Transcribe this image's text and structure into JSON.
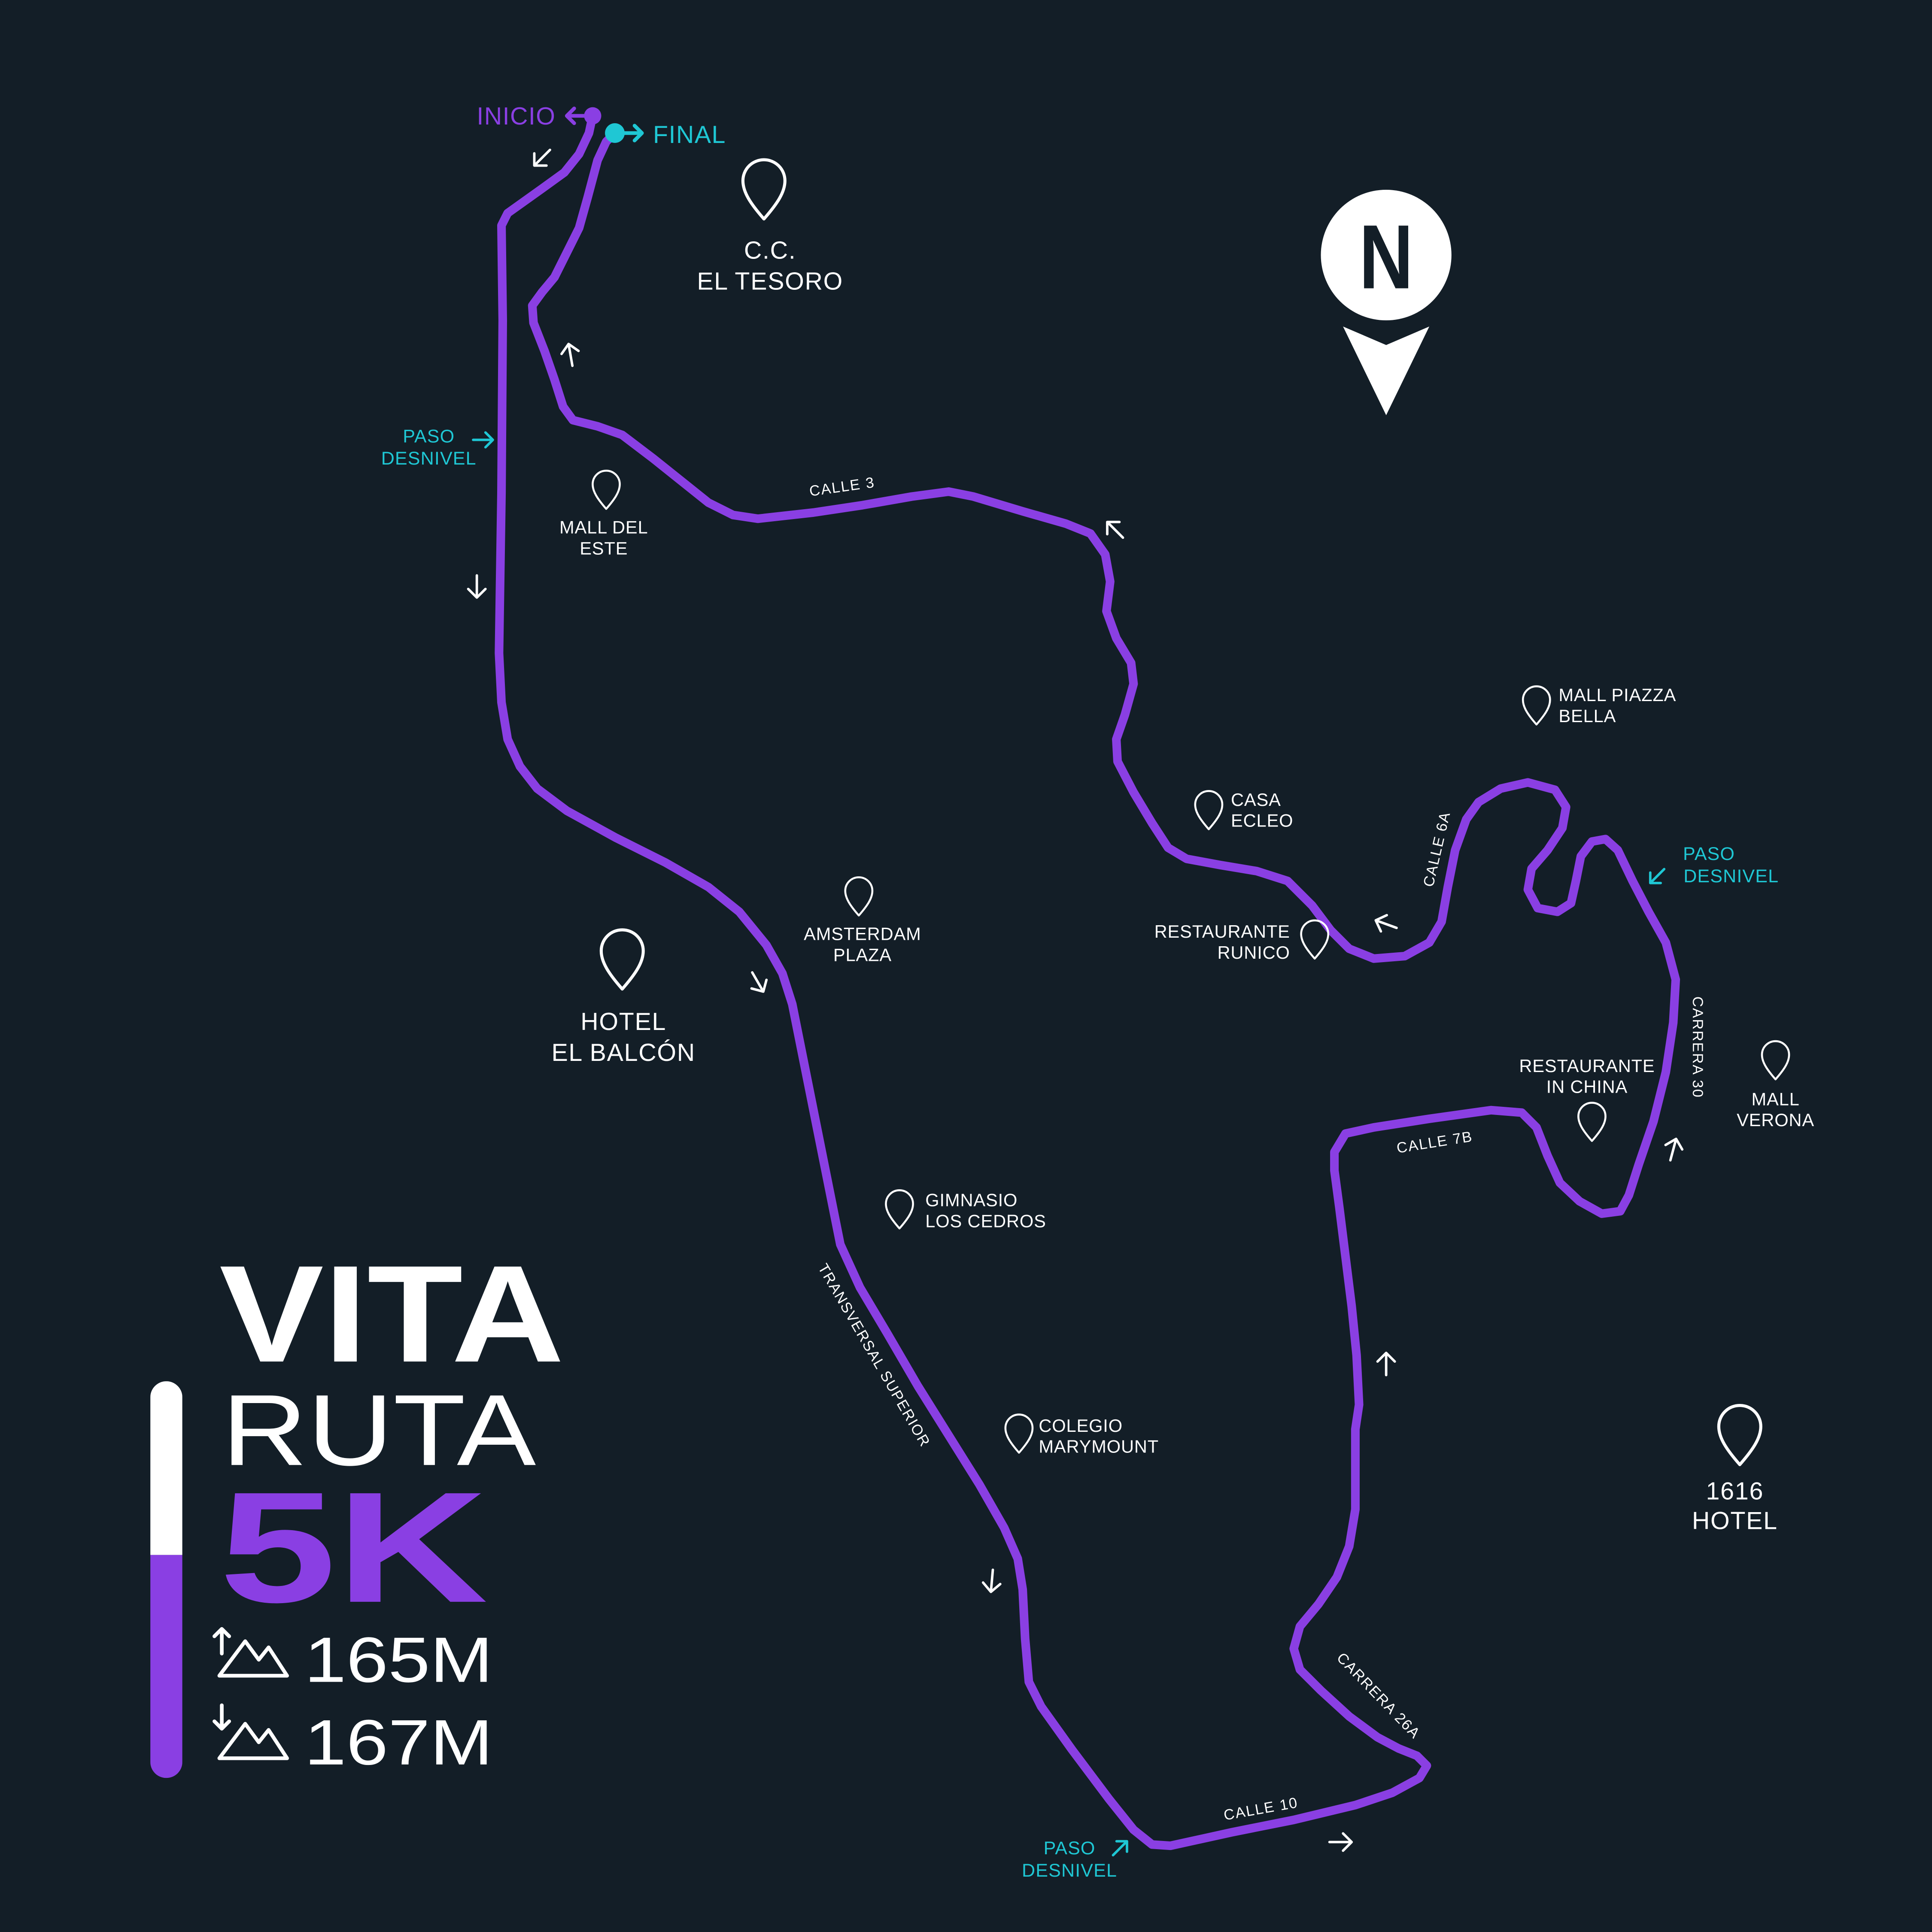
{
  "title": {
    "brand": "VITA",
    "route": "RUTA",
    "distance": "5K"
  },
  "elevation": {
    "gain": "165M",
    "loss": "167M"
  },
  "route": {
    "start_label": "INICIO",
    "finish_label": "FINAL"
  },
  "compass": {
    "letter": "N"
  },
  "landmarks": [
    {
      "lines": [
        "C.C.",
        "EL TESORO"
      ]
    },
    {
      "lines": [
        "MALL DEL",
        "ESTE"
      ]
    },
    {
      "lines": [
        "HOTEL",
        "EL BALCÓN"
      ]
    },
    {
      "lines": [
        "AMSTERDAM",
        "PLAZA"
      ]
    },
    {
      "lines": [
        "CASA",
        "ECLEO"
      ]
    },
    {
      "lines": [
        "RESTAURANTE",
        "RUNICO"
      ]
    },
    {
      "lines": [
        "MALL PIAZZA",
        "BELLA"
      ]
    },
    {
      "lines": [
        "RESTAURANTE",
        "IN CHINA"
      ]
    },
    {
      "lines": [
        "MALL",
        "VERONA"
      ]
    },
    {
      "lines": [
        "GIMNASIO",
        "LOS CEDROS"
      ]
    },
    {
      "lines": [
        "COLEGIO",
        "MARYMOUNT"
      ]
    },
    {
      "lines": [
        "1616",
        "HOTEL"
      ]
    }
  ],
  "streets": [
    "CALLE 3",
    "CALLE 6A",
    "CARRERA 30",
    "CALLE 7B",
    "TRANSVERSAL SUPERIOR",
    "CARRERA 26A",
    "CALLE 10"
  ],
  "underpasses": [
    {
      "lines": [
        "PASO",
        "DESNIVEL"
      ]
    },
    {
      "lines": [
        "PASO",
        "DESNIVEL"
      ]
    },
    {
      "lines": [
        "PASO",
        "DESNIVEL"
      ]
    }
  ],
  "colors": {
    "background": "#131e27",
    "route": "#8a3fe3",
    "accent": "#1fc7d4",
    "text": "#ffffff"
  },
  "icons": {
    "landmark": "map-pin-icon",
    "direction": "direction-arrow-icon",
    "north": "north-compass-icon",
    "elevation_gain": "elevation-gain-icon",
    "elevation_loss": "elevation-loss-icon"
  }
}
